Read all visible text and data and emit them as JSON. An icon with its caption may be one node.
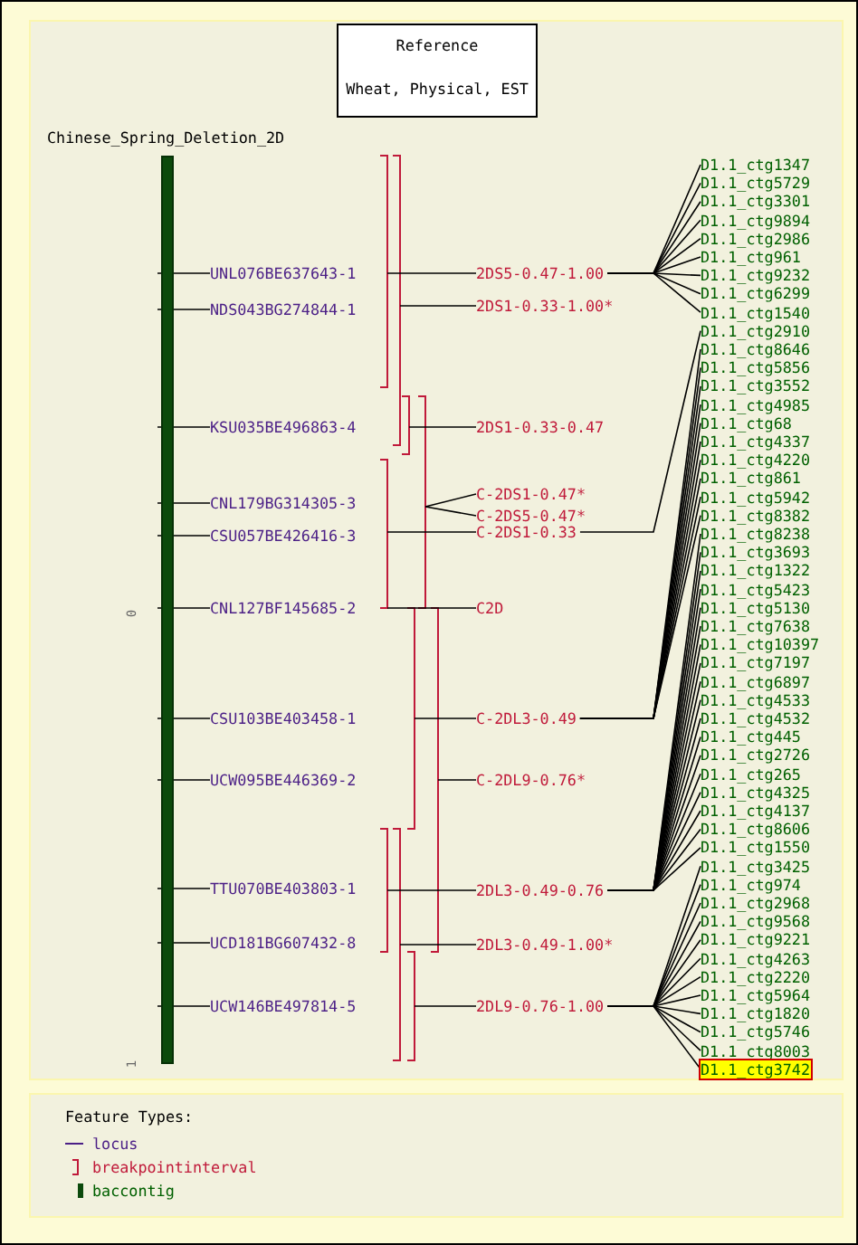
{
  "diagram": {
    "nodes": [
      {
        "text": [
          "Reference",
          "Wheat, Physical, EST"
        ]
      },
      {
        "text": [
          "Chinese_Spring_Deletion_2D"
        ]
      },
      {
        "text": [
          "UNL076BE637643-1"
        ]
      },
      {
        "text": [
          "NDS043BG274844-1"
        ]
      },
      {
        "text": [
          "KSU035BE496863-4"
        ]
      },
      {
        "text": [
          "CNL179BG314305-3"
        ]
      },
      {
        "text": [
          "CSU057BE426416-3"
        ]
      },
      {
        "text": [
          "CNL127BF145685-2"
        ]
      },
      {
        "text": [
          "CSU103BE403458-1"
        ]
      },
      {
        "text": [
          "UCW095BE446369-2"
        ]
      },
      {
        "text": [
          "TTU070BE403803-1"
        ]
      },
      {
        "text": [
          "UCD181BG607432-8"
        ]
      },
      {
        "text": [
          "UCW146BE497814-5"
        ]
      },
      {
        "text": [
          "2DS5-0.47-1.00"
        ]
      },
      {
        "text": [
          "2DS1-0.33-1.00*"
        ]
      },
      {
        "text": [
          "2DS1-0.33-0.47"
        ]
      },
      {
        "text": [
          "C-2DS1-0.47*"
        ]
      },
      {
        "text": [
          "C-2DS5-0.47*"
        ]
      },
      {
        "text": [
          "C-2DS1-0.33"
        ]
      },
      {
        "text": [
          "C2D"
        ]
      },
      {
        "text": [
          "C-2DL3-0.49"
        ]
      },
      {
        "text": [
          "C-2DL9-0.76*"
        ]
      },
      {
        "text": [
          "2DL3-0.49-0.76"
        ]
      },
      {
        "text": [
          "2DL3-0.49-1.00*"
        ]
      },
      {
        "text": [
          "2DL9-0.76-1.00"
        ]
      },
      {
        "text": [],
        "shape": "bracket"
      },
      {
        "text": [],
        "shape": "bracket"
      },
      {
        "text": [],
        "shape": "bracket"
      },
      {
        "text": [],
        "shape": "bracket"
      },
      {
        "text": [],
        "shape": "bracket"
      },
      {
        "text": [],
        "shape": "bracket"
      },
      {
        "text": [],
        "shape": "bracket"
      },
      {
        "text": [],
        "shape": "bracket"
      },
      {
        "text": [],
        "shape": "bracket"
      },
      {
        "text": [],
        "shape": "bracket"
      },
      {
        "text": [
          "D1.1_ctg1347"
        ]
      },
      {
        "text": [
          "D1.1_ctg5729"
        ]
      },
      {
        "text": [
          "D1.1_ctg3301"
        ]
      },
      {
        "text": [
          "D1.1_ctg9894"
        ]
      },
      {
        "text": [
          "D1.1_ctg2986"
        ]
      },
      {
        "text": [
          "D1.1_ctg961"
        ]
      },
      {
        "text": [
          "D1.1_ctg9232"
        ]
      },
      {
        "text": [
          "D1.1_ctg6299"
        ]
      },
      {
        "text": [
          "D1.1_ctg1540"
        ]
      },
      {
        "text": [
          "D1.1_ctg2910"
        ]
      },
      {
        "text": [
          "D1.1_ctg8646"
        ]
      },
      {
        "text": [
          "D1.1_ctg5856"
        ]
      },
      {
        "text": [
          "D1.1_ctg3552"
        ]
      },
      {
        "text": [
          "D1.1_ctg4985"
        ]
      },
      {
        "text": [
          "D1.1_ctg68"
        ]
      },
      {
        "text": [
          "D1.1_ctg4337"
        ]
      },
      {
        "text": [
          "D1.1_ctg4220"
        ]
      },
      {
        "text": [
          "D1.1_ctg861"
        ]
      },
      {
        "text": [
          "D1.1_ctg5942"
        ]
      },
      {
        "text": [
          "D1.1_ctg8382"
        ]
      },
      {
        "text": [
          "D1.1_ctg8238"
        ]
      },
      {
        "text": [
          "D1.1_ctg3693"
        ]
      },
      {
        "text": [
          "D1.1_ctg1322"
        ]
      },
      {
        "text": [
          "D1.1_ctg5423"
        ]
      },
      {
        "text": [
          "D1.1_ctg5130"
        ]
      },
      {
        "text": [
          "D1.1_ctg7638"
        ]
      },
      {
        "text": [
          "D1.1_ctg10397"
        ]
      },
      {
        "text": [
          "D1.1_ctg7197"
        ]
      },
      {
        "text": [
          "D1.1_ctg6897"
        ]
      },
      {
        "text": [
          "D1.1_ctg4533"
        ]
      },
      {
        "text": [
          "D1.1_ctg4532"
        ]
      },
      {
        "text": [
          "D1.1_ctg445"
        ]
      },
      {
        "text": [
          "D1.1_ctg2726"
        ]
      },
      {
        "text": [
          "D1.1_ctg265"
        ]
      },
      {
        "text": [
          "D1.1_ctg4325"
        ]
      },
      {
        "text": [
          "D1.1_ctg4137"
        ]
      },
      {
        "text": [
          "D1.1_ctg8606"
        ]
      },
      {
        "text": [
          "D1.1_ctg1550"
        ]
      },
      {
        "text": [
          "D1.1_ctg3425"
        ]
      },
      {
        "text": [
          "D1.1_ctg974"
        ]
      },
      {
        "text": [
          "D1.1_ctg2968"
        ]
      },
      {
        "text": [
          "D1.1_ctg9568"
        ]
      },
      {
        "text": [
          "D1.1_ctg9221"
        ]
      },
      {
        "text": [
          "D1.1_ctg4263"
        ]
      },
      {
        "text": [
          "D1.1_ctg2220"
        ]
      },
      {
        "text": [
          "D1.1_ctg5964"
        ]
      },
      {
        "text": [
          "D1.1_ctg1820"
        ]
      },
      {
        "text": [
          "D1.1_ctg5746"
        ]
      },
      {
        "text": [
          "D1.1_ctg8003"
        ]
      },
      {
        "text": [
          "D1.1_ctg3742"
        ]
      }
    ],
    "edges": [
      {
        "from": 2,
        "to": 1,
        "arrow": "none"
      },
      {
        "from": 3,
        "to": 1,
        "arrow": "none"
      },
      {
        "from": 4,
        "to": 1,
        "arrow": "none"
      },
      {
        "from": 5,
        "to": 1,
        "arrow": "none"
      },
      {
        "from": 6,
        "to": 1,
        "arrow": "none"
      },
      {
        "from": 7,
        "to": 1,
        "arrow": "none"
      },
      {
        "from": 8,
        "to": 1,
        "arrow": "none"
      },
      {
        "from": 9,
        "to": 1,
        "arrow": "none"
      },
      {
        "from": 10,
        "to": 1,
        "arrow": "none"
      },
      {
        "from": 11,
        "to": 1,
        "arrow": "none"
      },
      {
        "from": 12,
        "to": 1,
        "arrow": "none"
      },
      {
        "from": 13,
        "to": 25,
        "arrow": "none"
      },
      {
        "from": 14,
        "to": 26,
        "arrow": "none"
      },
      {
        "from": 15,
        "to": 27,
        "arrow": "none"
      },
      {
        "from": 16,
        "to": 28,
        "arrow": "none"
      },
      {
        "from": 17,
        "to": 28,
        "arrow": "none"
      },
      {
        "from": 18,
        "to": 29,
        "arrow": "none"
      },
      {
        "from": 19,
        "to": 29,
        "arrow": "none"
      },
      {
        "from": 20,
        "to": 30,
        "arrow": "none"
      },
      {
        "from": 21,
        "to": 31,
        "arrow": "none"
      },
      {
        "from": 22,
        "to": 32,
        "arrow": "none"
      },
      {
        "from": 23,
        "to": 33,
        "arrow": "none"
      },
      {
        "from": 24,
        "to": 34,
        "arrow": "none"
      },
      {
        "from": 13,
        "to": 35,
        "arrow": "none"
      },
      {
        "from": 13,
        "to": 36,
        "arrow": "none"
      },
      {
        "from": 13,
        "to": 37,
        "arrow": "none"
      },
      {
        "from": 13,
        "to": 38,
        "arrow": "none"
      },
      {
        "from": 13,
        "to": 39,
        "arrow": "none"
      },
      {
        "from": 13,
        "to": 40,
        "arrow": "none"
      },
      {
        "from": 13,
        "to": 41,
        "arrow": "none"
      },
      {
        "from": 13,
        "to": 42,
        "arrow": "none"
      },
      {
        "from": 13,
        "to": 43,
        "arrow": "none"
      },
      {
        "from": 18,
        "to": 44,
        "arrow": "none"
      },
      {
        "from": 20,
        "to": 45,
        "arrow": "none"
      },
      {
        "from": 20,
        "to": 46,
        "arrow": "none"
      },
      {
        "from": 20,
        "to": 47,
        "arrow": "none"
      },
      {
        "from": 20,
        "to": 48,
        "arrow": "none"
      },
      {
        "from": 20,
        "to": 49,
        "arrow": "none"
      },
      {
        "from": 20,
        "to": 50,
        "arrow": "none"
      },
      {
        "from": 20,
        "to": 51,
        "arrow": "none"
      },
      {
        "from": 20,
        "to": 52,
        "arrow": "none"
      },
      {
        "from": 20,
        "to": 53,
        "arrow": "none"
      },
      {
        "from": 20,
        "to": 54,
        "arrow": "none"
      },
      {
        "from": 22,
        "to": 55,
        "arrow": "none"
      },
      {
        "from": 22,
        "to": 56,
        "arrow": "none"
      },
      {
        "from": 22,
        "to": 57,
        "arrow": "none"
      },
      {
        "from": 22,
        "to": 58,
        "arrow": "none"
      },
      {
        "from": 22,
        "to": 59,
        "arrow": "none"
      },
      {
        "from": 22,
        "to": 60,
        "arrow": "none"
      },
      {
        "from": 22,
        "to": 61,
        "arrow": "none"
      },
      {
        "from": 22,
        "to": 62,
        "arrow": "none"
      },
      {
        "from": 22,
        "to": 63,
        "arrow": "none"
      },
      {
        "from": 22,
        "to": 64,
        "arrow": "none"
      },
      {
        "from": 22,
        "to": 65,
        "arrow": "none"
      },
      {
        "from": 22,
        "to": 66,
        "arrow": "none"
      },
      {
        "from": 22,
        "to": 67,
        "arrow": "none"
      },
      {
        "from": 22,
        "to": 68,
        "arrow": "none"
      },
      {
        "from": 22,
        "to": 69,
        "arrow": "none"
      },
      {
        "from": 22,
        "to": 70,
        "arrow": "none"
      },
      {
        "from": 22,
        "to": 71,
        "arrow": "none"
      },
      {
        "from": 22,
        "to": 72,
        "arrow": "none"
      },
      {
        "from": 24,
        "to": 73,
        "arrow": "none"
      },
      {
        "from": 24,
        "to": 74,
        "arrow": "none"
      },
      {
        "from": 24,
        "to": 75,
        "arrow": "none"
      },
      {
        "from": 24,
        "to": 76,
        "arrow": "none"
      },
      {
        "from": 24,
        "to": 77,
        "arrow": "none"
      },
      {
        "from": 24,
        "to": 78,
        "arrow": "none"
      },
      {
        "from": 24,
        "to": 79,
        "arrow": "none"
      },
      {
        "from": 24,
        "to": 80,
        "arrow": "none"
      },
      {
        "from": 24,
        "to": 81,
        "arrow": "none"
      },
      {
        "from": 24,
        "to": 82,
        "arrow": "none"
      },
      {
        "from": 24,
        "to": 83,
        "arrow": "none"
      },
      {
        "from": 24,
        "to": 84,
        "arrow": "none"
      }
    ],
    "labels": [
      "0",
      "1",
      "Feature Types:"
    ],
    "legend": [
      {
        "text": "locus"
      },
      {
        "text": "breakpointinterval"
      },
      {
        "text": "baccontig"
      }
    ]
  }
}
